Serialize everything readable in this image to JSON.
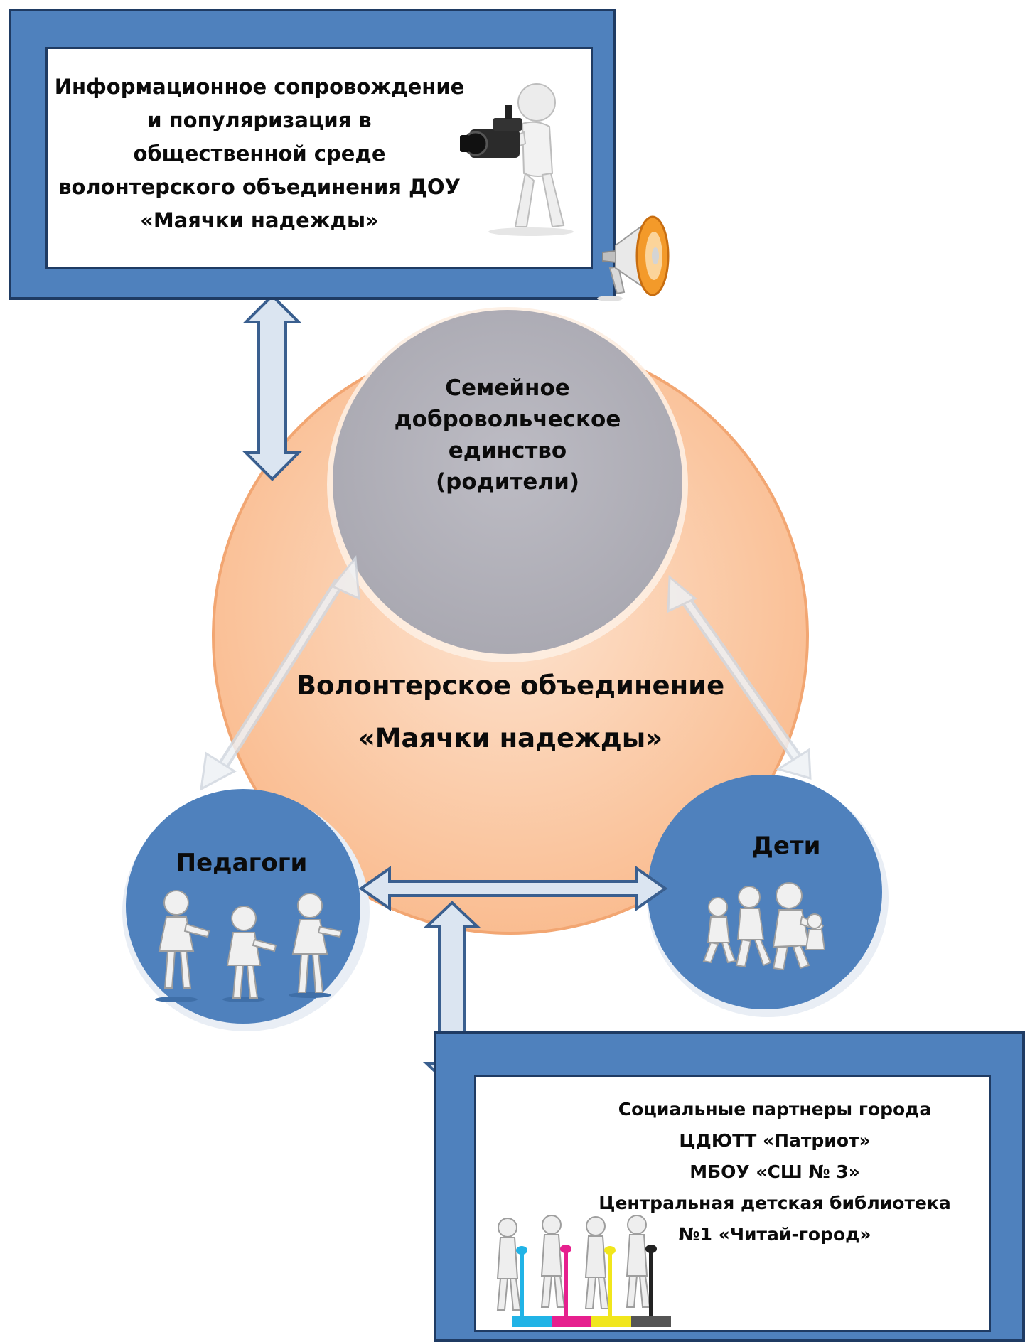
{
  "top_box": {
    "lines": [
      "Информационное сопровождение",
      "и популяризация  в",
      "общественной среде",
      "волонтерского объединения ДОУ",
      "«Маячки надежды»"
    ],
    "illustration_icon": "videographer-figure-icon",
    "side_icon": "megaphone-icon"
  },
  "main_circle": {
    "lines": [
      "Волонтерское объединение",
      "«Маячки надежды»"
    ]
  },
  "parents_circle": {
    "lines": [
      "Семейное",
      "добровольческое",
      "единство",
      "(родители)"
    ]
  },
  "teachers_circle": {
    "label": "Педагоги",
    "icon": "teachers-figures-icon"
  },
  "children_circle": {
    "label": "Дети",
    "icon": "children-figures-icon"
  },
  "bottom_box": {
    "lines": [
      "Социальные партнеры города",
      "ЦДЮТТ «Патриот»",
      "МБОУ «СШ № 3»",
      "Центральная детская библиотека",
      "№1 «Читай-город»"
    ],
    "illustration_icon": "painting-figures-puzzle-icon"
  },
  "colors": {
    "frame_blue": "#4f81bd",
    "frame_border": "#1f3b63",
    "main_circle": "#fbc9a4",
    "parents_circle": "#b4b3bb",
    "small_circles": "#4f81bd"
  }
}
